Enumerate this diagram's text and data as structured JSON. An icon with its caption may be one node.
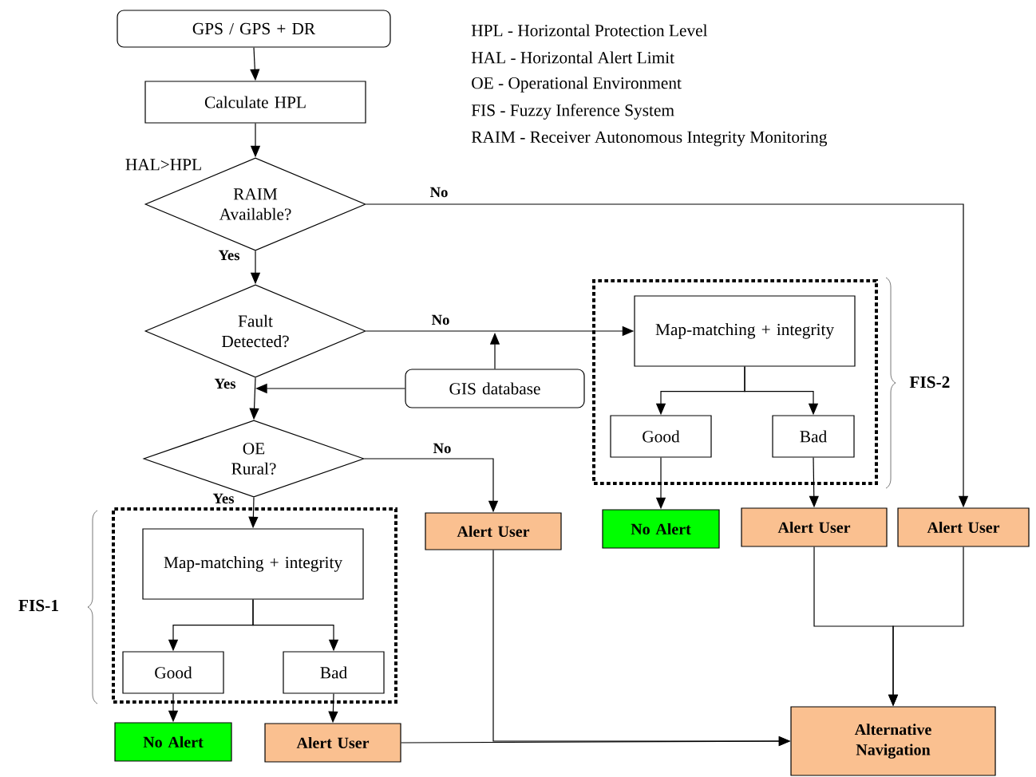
{
  "diagram": {
    "nodes": [
      {
        "text": [
          "GPS / GPS + DR"
        ]
      },
      {
        "text": [
          "Calculate HPL"
        ]
      },
      {
        "text": [
          "RAIM Available?"
        ],
        "beside": [
          "HAL>HPL"
        ]
      },
      {
        "text": [
          "Fault Detected?"
        ]
      },
      {
        "text": [
          "GIS database"
        ]
      },
      {
        "text": [
          "OE Rural?"
        ]
      },
      {
        "text": [
          "FIS-1"
        ]
      },
      {
        "text": [
          "Map-matching + integrity"
        ],
        "in": 6
      },
      {
        "text": [
          "Good"
        ],
        "in": 6
      },
      {
        "text": [
          "Bad"
        ],
        "in": 6
      },
      {
        "text": [
          "No Alert"
        ]
      },
      {
        "text": [
          "Alert User"
        ]
      },
      {
        "text": [
          "Alert User"
        ]
      },
      {
        "text": [
          "FIS-2"
        ]
      },
      {
        "text": [
          "Map-matching + integrity"
        ],
        "in": 13
      },
      {
        "text": [
          "Good"
        ],
        "in": 13
      },
      {
        "text": [
          "Bad"
        ],
        "in": 13
      },
      {
        "text": [
          "No Alert"
        ]
      },
      {
        "text": [
          "Alert User"
        ]
      },
      {
        "text": [
          "Alert User"
        ]
      },
      {
        "text": [
          "Alternative Navigation"
        ]
      }
    ],
    "edges": [
      {
        "from": 0,
        "to": 1,
        "arrow": "to"
      },
      {
        "from": 1,
        "to": 2,
        "arrow": "to"
      },
      {
        "from": 2,
        "to": 3,
        "arrow": "to",
        "label": "Yes"
      },
      {
        "from": 2,
        "to": 19,
        "arrow": "to",
        "label": "No"
      },
      {
        "from": 3,
        "to": 5,
        "arrow": "to",
        "label": "Yes"
      },
      {
        "from": 3,
        "to": 14,
        "arrow": "to",
        "label": "No"
      },
      {
        "from": 4,
        "to": null,
        "arrow": "to"
      },
      {
        "from": 4,
        "to": 3,
        "arrow": "to"
      },
      {
        "from": 5,
        "to": 7,
        "arrow": "to",
        "label": "Yes"
      },
      {
        "from": 5,
        "to": 12,
        "arrow": "to",
        "label": "No"
      },
      {
        "from": 7,
        "to": 8,
        "arrow": "to"
      },
      {
        "from": 7,
        "to": 9,
        "arrow": "to"
      },
      {
        "from": 8,
        "to": 10,
        "arrow": "to"
      },
      {
        "from": 9,
        "to": 11,
        "arrow": "to"
      },
      {
        "from": 11,
        "to": 20,
        "arrow": "to"
      },
      {
        "from": 12,
        "to": 20,
        "arrow": "to"
      },
      {
        "from": 14,
        "to": 15,
        "arrow": "to"
      },
      {
        "from": 14,
        "to": 16,
        "arrow": "to"
      },
      {
        "from": 15,
        "to": 17,
        "arrow": "to"
      },
      {
        "from": 16,
        "to": 18,
        "arrow": "to"
      },
      {
        "from": 18,
        "to": 20,
        "arrow": "to"
      },
      {
        "from": 19,
        "to": 20,
        "arrow": "to"
      }
    ],
    "labels": [
      "HPL - Horizontal Protection Level",
      "HAL - Horizontal Alert Limit",
      "OE - Operational Environment",
      "FIS - Fuzzy Inference System",
      "RAIM - Receiver Autonomous Integrity Monitoring"
    ]
  }
}
